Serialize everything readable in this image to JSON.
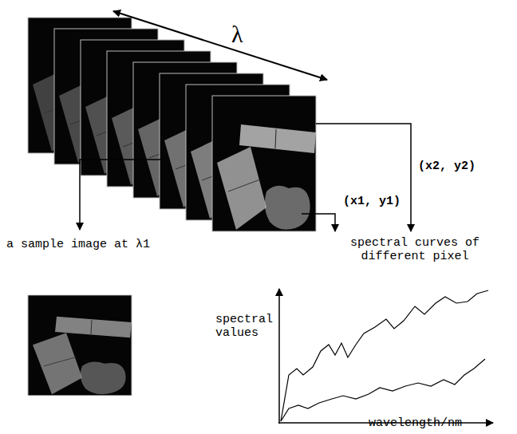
{
  "diagram": {
    "labels": [
      "λ",
      "(x2, y2)",
      "(x1, y1)",
      "a sample image at λ1",
      "spectral curves of different pixel",
      "spectral values",
      "wavelength/nm"
    ]
  }
}
